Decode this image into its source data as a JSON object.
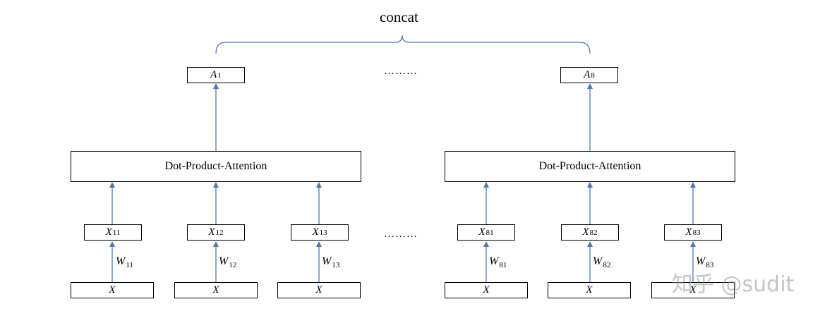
{
  "concat_label": "concat",
  "ellipsis_top": "………",
  "ellipsis_mid": "………",
  "watermark": "知乎 @sudit",
  "colors": {
    "arrow": "#4a78b5",
    "brace": "#4a78b5",
    "box_border": "#000000"
  },
  "outputs": [
    {
      "base": "A",
      "sub": "1"
    },
    {
      "base": "A",
      "sub": "8"
    }
  ],
  "attention": [
    {
      "label": "Dot-Product-Attention"
    },
    {
      "label": "Dot-Product-Attention"
    }
  ],
  "projections": [
    {
      "base": "X",
      "sub": "11"
    },
    {
      "base": "X",
      "sub": "12"
    },
    {
      "base": "X",
      "sub": "13"
    },
    {
      "base": "X",
      "sub": "81"
    },
    {
      "base": "X",
      "sub": "82"
    },
    {
      "base": "X",
      "sub": "83"
    }
  ],
  "weights": [
    {
      "base": "W",
      "sub": "11"
    },
    {
      "base": "W",
      "sub": "12"
    },
    {
      "base": "W",
      "sub": "13"
    },
    {
      "base": "W",
      "sub": "81"
    },
    {
      "base": "W",
      "sub": "82"
    },
    {
      "base": "W",
      "sub": "83"
    }
  ],
  "inputs": [
    {
      "label": "X"
    },
    {
      "label": "X"
    },
    {
      "label": "X"
    },
    {
      "label": "X"
    },
    {
      "label": "X"
    },
    {
      "label": "X"
    }
  ]
}
